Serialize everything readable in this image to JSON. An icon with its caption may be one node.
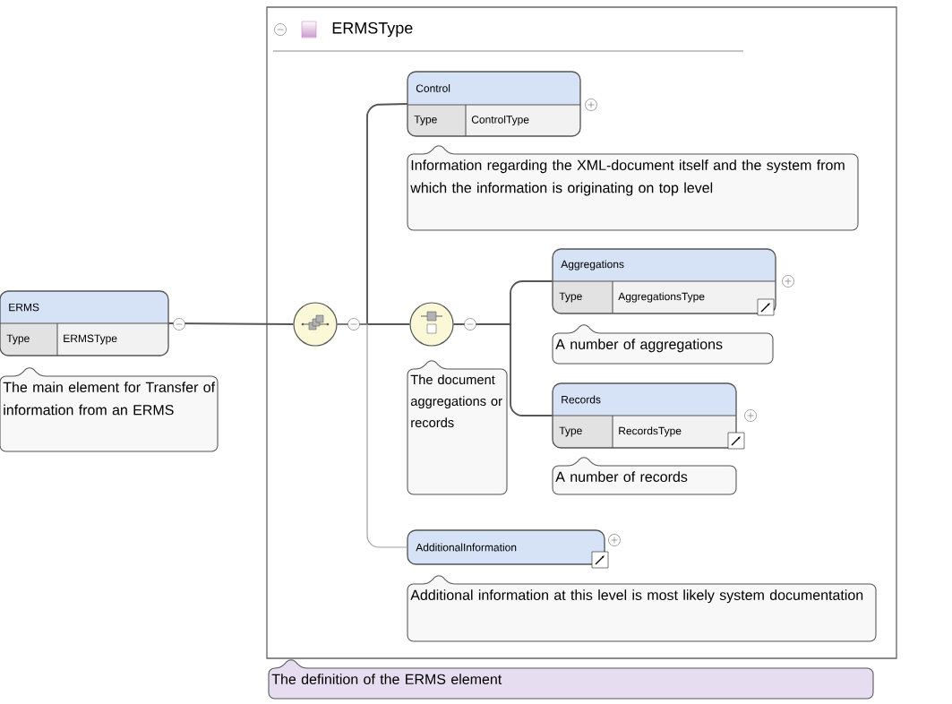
{
  "diagram": {
    "nodes": [
      {
        "text": [
          "ERMSType"
        ],
        "beside": [
          "The definition of the ERMS element"
        ]
      },
      {
        "text": [
          "ERMS",
          "Type",
          "ERMSType"
        ],
        "beside": [
          "The main element for Transfer of information from an ERMS"
        ]
      },
      {
        "text": [],
        "shape": "circle",
        "in": 0
      },
      {
        "text": [
          "Control",
          "Type",
          "ControlType"
        ],
        "beside": [
          "Information regarding the XML-document itself and the system from which the information is originating on top level"
        ],
        "in": 0
      },
      {
        "text": [],
        "shape": "circle",
        "beside": [
          "The document aggregations or records"
        ],
        "in": 0
      },
      {
        "text": [
          "Aggregations",
          "Type",
          "AggregationsType"
        ],
        "beside": [
          "A number of aggregations"
        ],
        "in": 0
      },
      {
        "text": [
          "Records",
          "Type",
          "RecordsType"
        ],
        "beside": [
          "A number of records"
        ],
        "in": 0
      },
      {
        "text": [
          "AdditionalInformation"
        ],
        "beside": [
          "Additional information at this level is most likely system documentation"
        ],
        "in": 0
      }
    ],
    "edges": [
      {
        "from": 1,
        "to": 2,
        "arrow": "none"
      },
      {
        "from": 2,
        "to": 3,
        "arrow": "none"
      },
      {
        "from": 2,
        "to": 4,
        "arrow": "none"
      },
      {
        "from": 2,
        "to": 7,
        "arrow": "none",
        "color": "#a0a0a0"
      },
      {
        "from": 4,
        "to": 5,
        "arrow": "none"
      },
      {
        "from": 4,
        "to": 6,
        "arrow": "none"
      }
    ]
  }
}
